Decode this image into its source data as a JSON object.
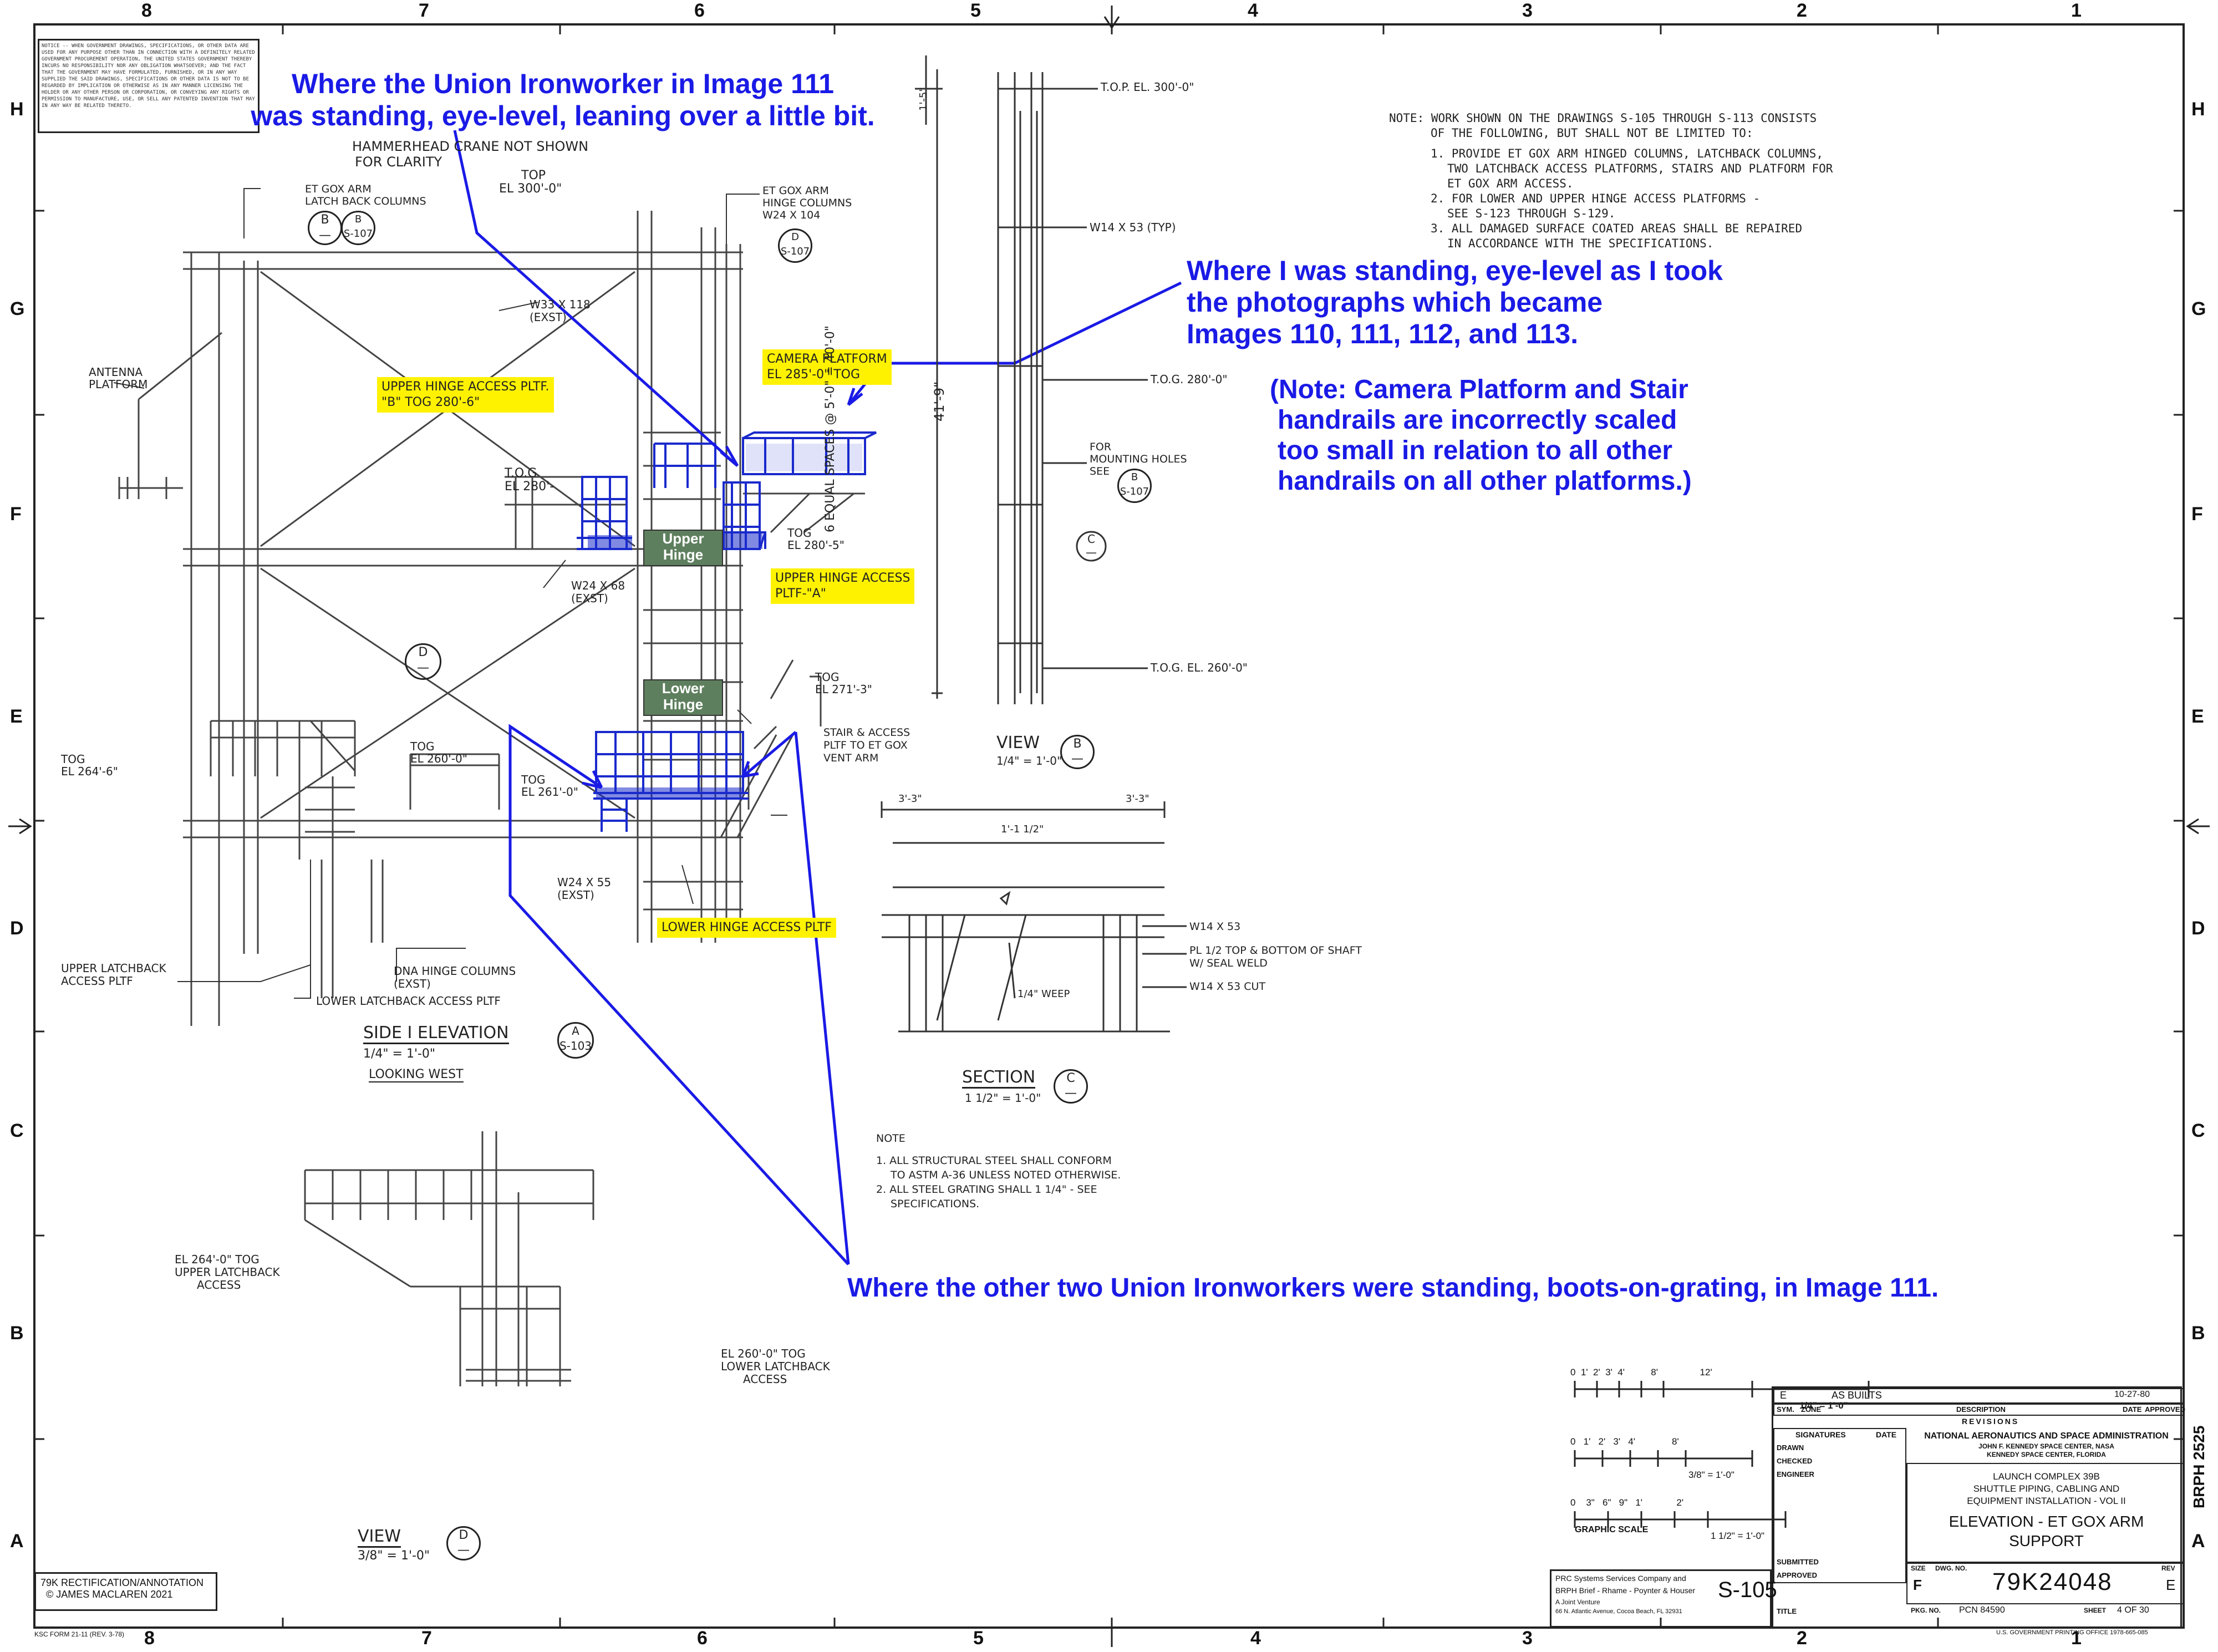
{
  "zones": {
    "top": [
      "8",
      "7",
      "6",
      "5",
      "4",
      "3",
      "2",
      "1"
    ],
    "bottom": [
      "8",
      "7",
      "6",
      "5",
      "4",
      "3",
      "2",
      "1"
    ],
    "left": [
      "H",
      "G",
      "F",
      "E",
      "D",
      "C",
      "B",
      "A"
    ],
    "right": [
      "H",
      "G",
      "F",
      "E",
      "D",
      "C",
      "B",
      "A"
    ]
  },
  "annotations": {
    "ironworker_eye_line1": "Where the Union Ironworker in Image 111",
    "ironworker_eye_line2": "was standing, eye-level, leaning over a little bit.",
    "author_line1": "Where I was standing, eye-level as I took",
    "author_line2": "the photographs which became",
    "author_line3": "Images 110, 111, 112, and 113.",
    "scale_note_line1": "(Note: Camera Platform and Stair",
    "scale_note_line2": "handrails are incorrectly scaled",
    "scale_note_line3": "too small in relation to all other",
    "scale_note_line4": "handrails on all other platforms.)",
    "grating": "Where the other two Union Ironworkers were standing, boots-on-grating, in Image 111."
  },
  "highlights": {
    "camera_platform_l1": "Camera Platform",
    "camera_platform_l2": "EL 285'-0\" TOG",
    "upper_b_l1": "Upper Hinge Access Pltf.",
    "upper_b_l2": "\"B\" TOG 280'-6\"",
    "upper_a_l1": "Upper Hinge Access",
    "upper_a_l2": "Pltf-\"A\"",
    "lower_hinge_access": "Lower Hinge Access Pltf"
  },
  "hinges": {
    "upper_l1": "Upper",
    "upper_l2": "Hinge",
    "lower_l1": "Lower",
    "lower_l2": "Hinge"
  },
  "drawing_labels": {
    "hammerhead_l1": "Hammerhead Crane Not Shown",
    "hammerhead_l2": "For Clarity",
    "latchback_l1": "ET GOX Arm",
    "latchback_l2": "Latch Back Columns",
    "top_l1": "Top",
    "top_l2": "EL 300'-0\"",
    "hinge_cols_l1": "ET GOX Arm",
    "hinge_cols_l2": "Hinge Columns",
    "hinge_cols_l3": "W24 x 104",
    "w33": "W33 x 118",
    "w33_exst": "(EXST)",
    "antenna_l1": "Antenna",
    "antenna_l2": "Platform",
    "tog280_l1": "T.O.G",
    "tog280_l2": "EL 280'-",
    "w24x68": "W24 x 68",
    "w24x68_exst": "(EXST)",
    "tog2805_l1": "TOG",
    "tog2805_l2": "EL 280'-5\"",
    "tog2713_l1": "TOG",
    "tog2713_l2": "EL 271'-3\"",
    "stair_l1": "Stair & Access",
    "stair_l2": "Pltf to ET GOX",
    "stair_l3": "Vent Arm",
    "tog264_l1": "TOG",
    "tog264_l2": "EL 264'-6\"",
    "tog260_l1": "TOG",
    "tog260_l2": "EL 260'-0\"",
    "tog2610_l1": "TOG",
    "tog2610_l2": "EL 261'-0\"",
    "w24x55": "W24 x 55",
    "w24x55_exst": "(EXST)",
    "upper_latch_l1": "Upper Latchback",
    "upper_latch_l2": "Access Pltf",
    "dna_l1": "DNA Hinge Columns",
    "dna_l2": "(EXST)",
    "lower_latch": "Lower Latchback Access Pltf",
    "side_elev": "SIDE I ELEVATION",
    "side_scale": "1/4\" = 1'-0\"",
    "looking_west": "Looking West",
    "el2640": "EL 264'-0\" TOG",
    "upper_latch2_l1": "Upper Latchback",
    "upper_latch2_l2": "Access",
    "el2600b_l1": "EL 260'-0\" TOG",
    "el2600b_l2": "Lower Latchback",
    "el2600b_l3": "Access",
    "view_d": "VIEW",
    "view_d_scale": "3/8\" = 1'-0\"",
    "top300": "T.O.P. EL. 300'-0\"",
    "w14x53_typ": "W14 x 53 (TYP)",
    "tog280_right": "T.O.G. 280'-0\"",
    "mount_l1": "For",
    "mount_l2": "Mounting Holes",
    "mount_l3": "See",
    "tog260_right": "T.O.G. EL. 260'-0\"",
    "spaces": "6 EQUAL SPACES @ 5'-0\" = 40'-0\"",
    "dim_419": "41'-9\"",
    "dim_15": "1'-5\"",
    "view_b": "VIEW",
    "view_b_scale": "1/4\" = 1'-0\"",
    "section": "SECTION",
    "section_scale": "1 1/2\" = 1'-0\"",
    "w14x53": "W14 x 53",
    "plate_l1": "PL 1/2 Top & Bottom of Shaft",
    "plate_l2": "W/ Seal Weld",
    "w14x53_cut": "W14 x 53 Cut",
    "weep": "1/4\" Weep",
    "dim_a": "3'-3\"",
    "dim_b": "1'-1 1/2\"",
    "dim_c": "3'-3\""
  },
  "bubbles": {
    "b_letter": "B",
    "b_letter2": "B",
    "b_sheet": "S-107",
    "d_letter": "D",
    "d_sheet": "S-107",
    "mount_letter": "B",
    "mount_sheet": "S-107",
    "c_letter": "C",
    "d2_letter": "D",
    "a_letter": "A",
    "a_sheet": "S-103",
    "vb_letter": "B",
    "sc_letter": "C",
    "vd_letter": "D"
  },
  "general_note": {
    "heading": "NOTE:",
    "l1": "WORK SHOWN ON THE DRAWINGS S-105 THROUGH S-113 CONSISTS",
    "l2": "OF THE FOLLOWING, BUT SHALL NOT BE LIMITED TO:",
    "i1a": "1. PROVIDE ET GOX ARM HINGED COLUMNS, LATCHBACK COLUMNS,",
    "i1b": "TWO LATCHBACK ACCESS PLATFORMS, STAIRS AND PLATFORM FOR",
    "i1c": "ET GOX ARM ACCESS.",
    "i2a": "2. FOR LOWER AND UPPER HINGE ACCESS PLATFORMS -",
    "i2b": "SEE S-123 THROUGH S-129.",
    "i3a": "3. ALL DAMAGED SURFACE COATED AREAS SHALL BE REPAIRED",
    "i3b": "IN ACCORDANCE WITH THE SPECIFICATIONS."
  },
  "steel_note": {
    "heading": "NOTE",
    "l1": "1. ALL STRUCTURAL STEEL SHALL CONFORM",
    "l2": "TO ASTM A-36 UNLESS NOTED OTHERWISE.",
    "l3": "2. ALL STEEL GRATING SHALL 1 1/4\" - SEE",
    "l4": "SPECIFICATIONS."
  },
  "notice_text": "NOTICE -- WHEN GOVERNMENT DRAWINGS, SPECIFICATIONS, OR OTHER DATA ARE USED FOR ANY PURPOSE OTHER THAN IN CONNECTION WITH A DEFINITELY RELATED GOVERNMENT PROCUREMENT OPERATION, THE UNITED STATES GOVERNMENT THEREBY INCURS NO RESPONSIBILITY NOR ANY OBLIGATION WHATSOEVER; AND THE FACT THAT THE GOVERNMENT MAY HAVE FORMULATED, FURNISHED, OR IN ANY WAY SUPPLIED THE SAID DRAWINGS, SPECIFICATIONS OR OTHER DATA IS NOT TO BE REGARDED BY IMPLICATION OR OTHERWISE AS IN ANY MANNER LICENSING THE HOLDER OR ANY OTHER PERSON OR CORPORATION, OR CONVEYING ANY RIGHTS OR PERMISSION TO MANUFACTURE, USE, OR SELL ANY PATENTED INVENTION THAT MAY IN ANY WAY BE RELATED THERETO.",
  "scales": {
    "s1_ticks": "0  1'  2'  3'  4'          8'                12'",
    "s1_label": "1/4\" = 1'-0\"",
    "s2_ticks": "0   1'   2'   3'   4'              8'",
    "s2_label": "3/8\" = 1'-0\"",
    "s3_ticks": "0    3\"   6\"   9\"   1'             2'",
    "s3_label": "1 1/2\" = 1'-0\"",
    "graphic": "GRAPHIC SCALE"
  },
  "title_block": {
    "rev_letter": "E",
    "rev_desc": "AS BUILTS",
    "rev_date": "10-27-80",
    "sym": "SYM.",
    "zone": "ZONE",
    "description": "DESCRIPTION",
    "date": "DATE",
    "approved": "APPROVED",
    "revisions": "REVISIONS",
    "signatures": "SIGNATURES",
    "sig_date": "DATE",
    "drawn": "DRAWN",
    "checked": "CHECKED",
    "engineer": "ENGINEER",
    "submitted": "SUBMITTED",
    "approved2": "APPROVED",
    "title_lbl": "TITLE",
    "agency": "NATIONAL AERONAUTICS AND SPACE ADMINISTRATION",
    "center_l1": "JOHN F. KENNEDY SPACE CENTER, NASA",
    "center_l2": "KENNEDY SPACE CENTER, FLORIDA",
    "project_l1": "LAUNCH COMPLEX 39B",
    "project_l2": "SHUTTLE PIPING, CABLING AND",
    "project_l3": "EQUIPMENT INSTALLATION - VOL II",
    "title_l1": "ELEVATION - ET GOX ARM",
    "title_l2": "SUPPORT",
    "size_lbl": "SIZE",
    "size": "F",
    "dwg_lbl": "DWG. NO.",
    "dwg": "79K24048",
    "rev_lbl": "REV",
    "rev": "E",
    "pkg_lbl": "PKG. NO.",
    "pcn": "PCN 84590",
    "sheet_lbl": "SHEET",
    "sheet": "4 OF 30",
    "sheet_no": "S-105",
    "contractor_l1": "PRC Systems Services Company and",
    "contractor_l2": "BRPH Brief - Rhame - Poynter & Houser",
    "contractor_l3": "A Joint Venture",
    "contractor_l4": "66 N. Atlantic Avenue, Cocoa Beach, FL 32931",
    "brph": "BRPH 2525"
  },
  "rectification": {
    "l1": "79K RECTIFICATION/ANNOTATION",
    "l2": "© JAMES MACLAREN 2021"
  },
  "form_code": "KSC FORM 21-11 (REV. 3-78)",
  "gpo": "U.S. GOVERNMENT PRINTING OFFICE 1978-665-085"
}
